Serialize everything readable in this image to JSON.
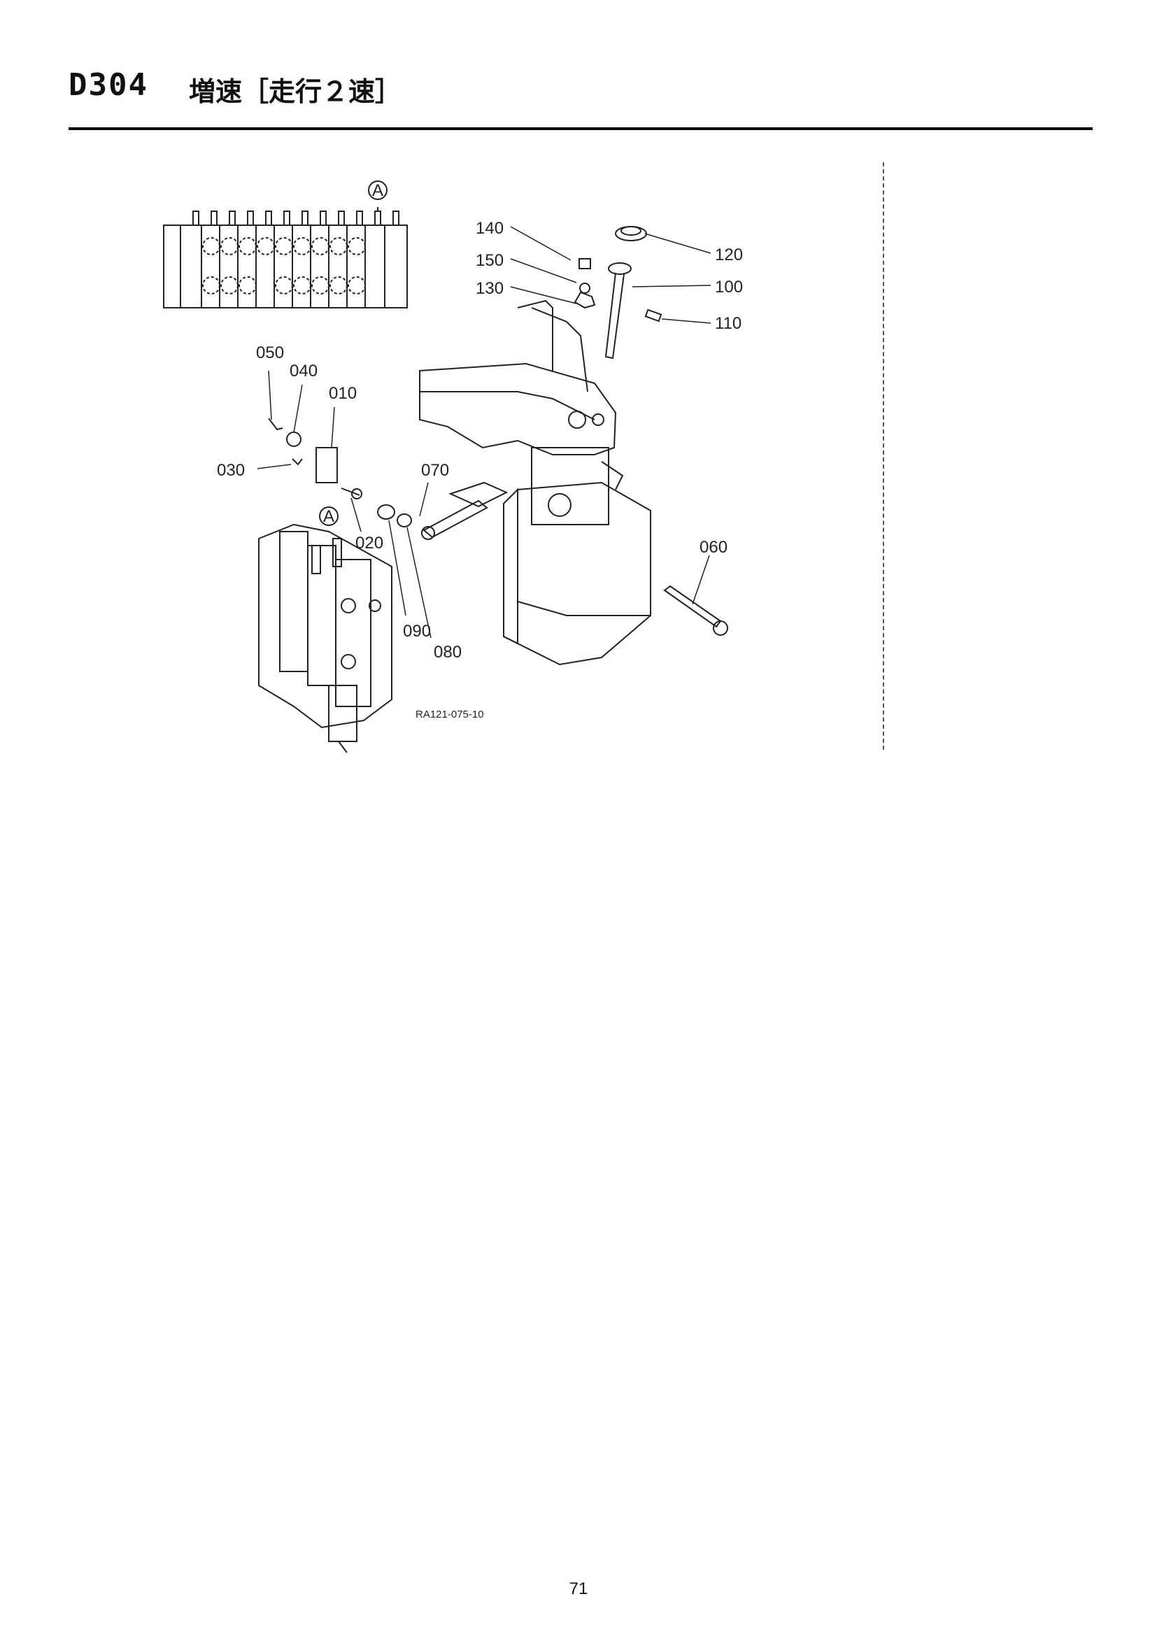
{
  "header": {
    "code": "D304",
    "title": "増速［走行２速］"
  },
  "callouts": {
    "p010": "010",
    "p020": "020",
    "p030": "030",
    "p040": "040",
    "p050": "050",
    "p060": "060",
    "p070": "070",
    "p080": "080",
    "p090": "090",
    "p100": "100",
    "p110": "110",
    "p120": "120",
    "p130": "130",
    "p140": "140",
    "p150": "150",
    "ref_a": "A"
  },
  "diagram_code": "RA121-075-10",
  "page_number": "71"
}
